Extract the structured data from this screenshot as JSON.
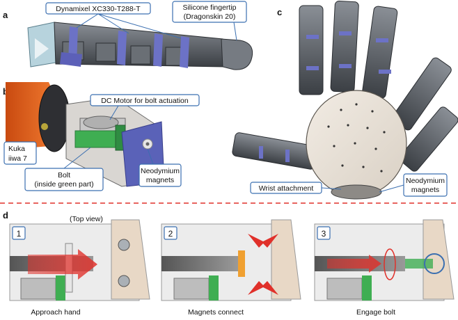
{
  "panels": {
    "a": {
      "letter": "a",
      "motor_label": "Dynamixel XC330-T288-T",
      "fingertip_label_line1": "Silicone fingertip",
      "fingertip_label_line2": "(Dragonskin 20)"
    },
    "b": {
      "letter": "b",
      "motor_label": "DC Motor for bolt actuation",
      "robot_label_line1": "Kuka",
      "robot_label_line2": "iiwa 7",
      "bolt_label_line1": "Bolt",
      "bolt_label_line2": "(inside green part)",
      "magnet_label_line1": "Neodymium",
      "magnet_label_line2": "magnets"
    },
    "c": {
      "letter": "c",
      "wrist_label": "Wrist attachment",
      "magnet_label_line1": "Neodymium",
      "magnet_label_line2": "magnets"
    },
    "d": {
      "letter": "d",
      "top_view_label": "(Top view)",
      "steps": [
        {
          "num": "1",
          "caption": "Approach hand"
        },
        {
          "num": "2",
          "caption": "Magnets connect"
        },
        {
          "num": "3",
          "caption": "Engage bolt"
        }
      ]
    }
  },
  "colors": {
    "divider": "#e0302a",
    "callout_border": "#3b6fb0",
    "arrow_red": "#e0302a",
    "bolt_green": "#3fae52",
    "bracket_blue": "#5a62b8",
    "kuka_orange": "#e8641e"
  }
}
